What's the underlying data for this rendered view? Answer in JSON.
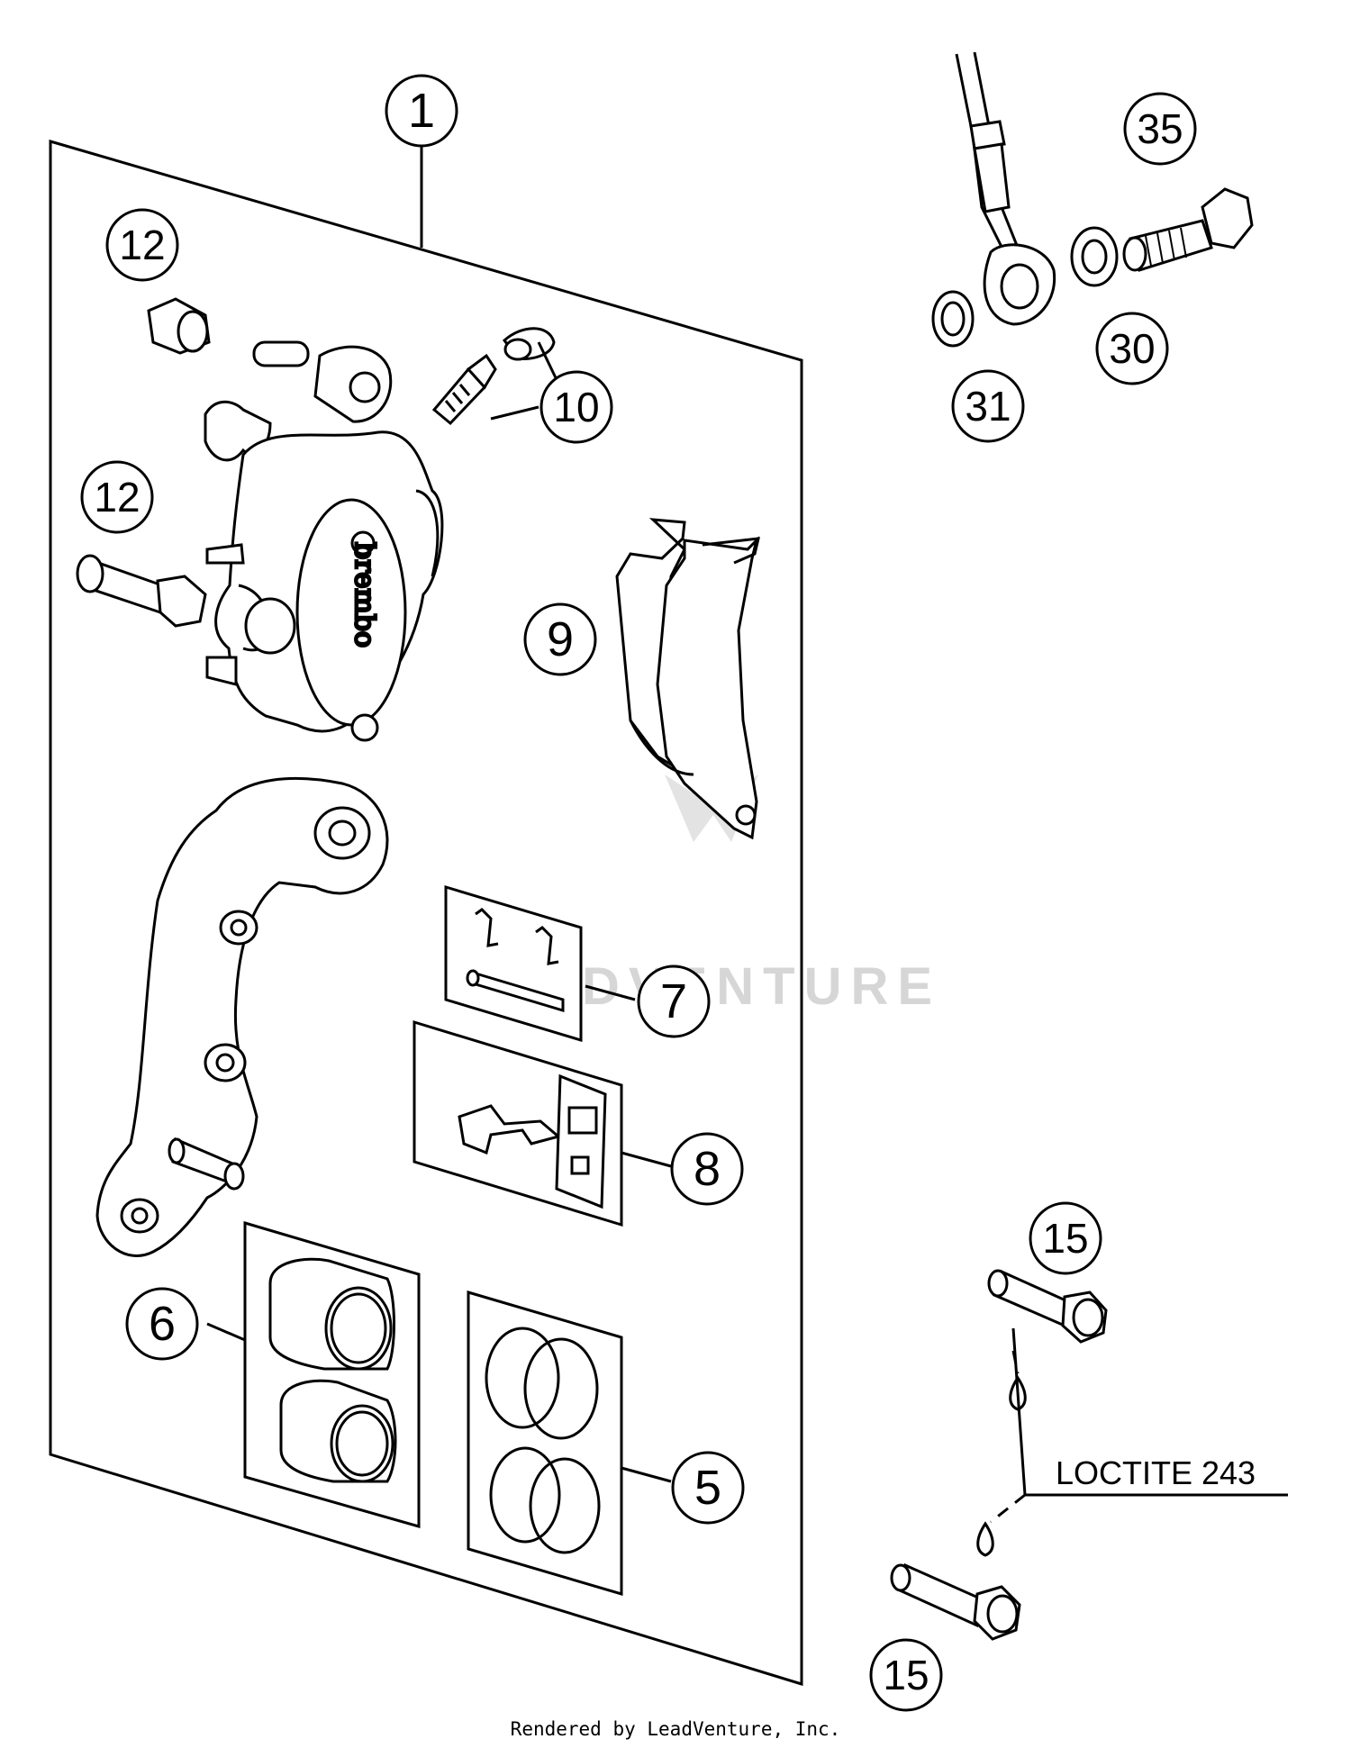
{
  "callouts": {
    "c1": "1",
    "c12a": "12",
    "c12b": "12",
    "c10": "10",
    "c9": "9",
    "c7": "7",
    "c8": "8",
    "c6": "6",
    "c5": "5",
    "c35": "35",
    "c30": "30",
    "c31": "31",
    "c15a": "15",
    "c15b": "15"
  },
  "note": {
    "loctite": "LOCTITE 243"
  },
  "caliper_logo": "brembo",
  "watermark": "LEADVENTURE",
  "footer": "Rendered by LeadVenture, Inc."
}
